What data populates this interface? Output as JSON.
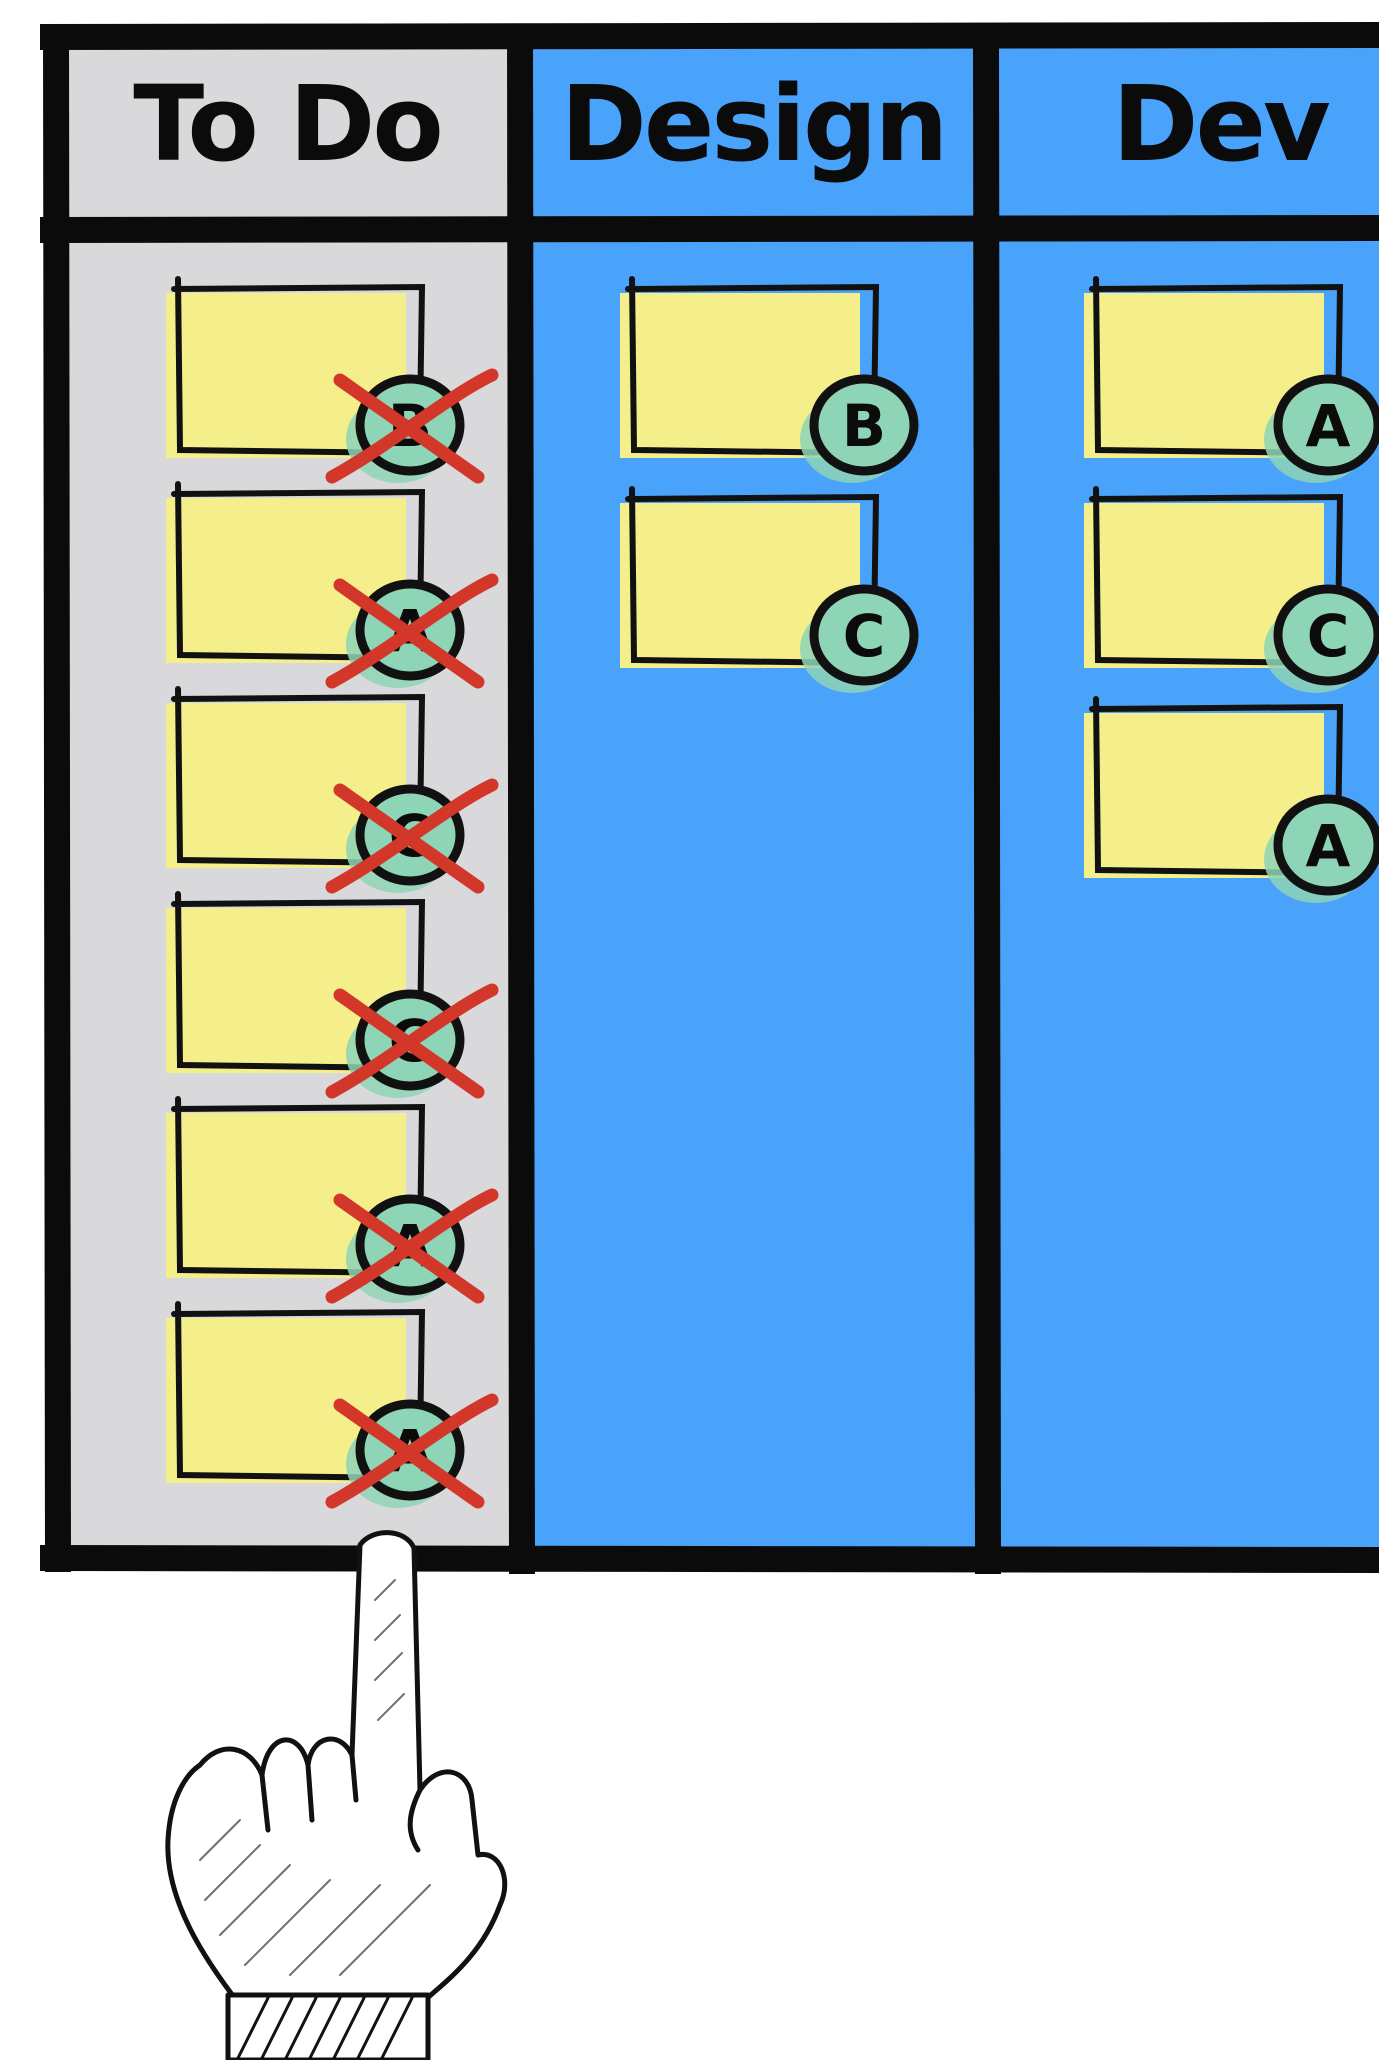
{
  "board": {
    "colors": {
      "todo_bg": "#d9d9dc",
      "column_bg": "#4aa3fb",
      "note": "#f4ef8a",
      "badge": "#8ed4b6",
      "strike": "#d2372a"
    },
    "columns": [
      {
        "title": "To Do",
        "cards": [
          {
            "badge": "B",
            "crossed_out": true
          },
          {
            "badge": "A",
            "crossed_out": true
          },
          {
            "badge": "C",
            "crossed_out": true
          },
          {
            "badge": "C",
            "crossed_out": true
          },
          {
            "badge": "A",
            "crossed_out": true
          },
          {
            "badge": "A",
            "crossed_out": true
          }
        ]
      },
      {
        "title": "Design",
        "cards": [
          {
            "badge": "B",
            "crossed_out": false
          },
          {
            "badge": "C",
            "crossed_out": false
          }
        ]
      },
      {
        "title": "Dev",
        "cards": [
          {
            "badge": "A",
            "crossed_out": false
          },
          {
            "badge": "C",
            "crossed_out": false
          },
          {
            "badge": "A",
            "crossed_out": false
          }
        ]
      }
    ]
  },
  "hand": {
    "icon": "pointing-hand-icon"
  }
}
